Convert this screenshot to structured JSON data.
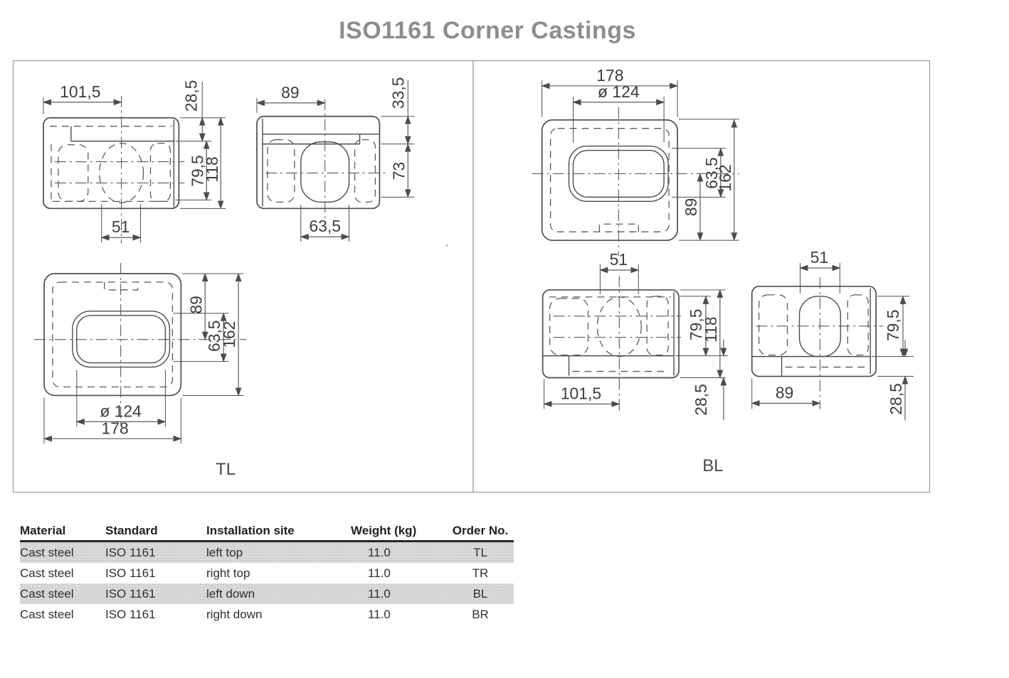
{
  "title": "ISO1161 Corner Castings",
  "diagram": {
    "left_label": "TL",
    "right_label": "BL",
    "tl": {
      "front": {
        "top_width": "101,5",
        "flange": "28,5",
        "inner_height": "79,5",
        "height": "118",
        "aperture": "51"
      },
      "side": {
        "top_width": "89",
        "flange": "33,5",
        "inner_height": "73",
        "aperture": "63,5"
      },
      "plan": {
        "center_offset": "89",
        "aperture_height": "63,5",
        "depth": "162",
        "diameter": "ø 124",
        "width": "178"
      }
    },
    "bl": {
      "plan": {
        "width": "178",
        "diameter": "ø 124",
        "aperture_height": "63,5",
        "depth": "162",
        "center_offset": "89"
      },
      "front": {
        "aperture": "51",
        "inner_height": "79,5",
        "height": "118",
        "bottom_width": "101,5",
        "flange": "28,5"
      },
      "side": {
        "aperture": "51",
        "inner_height": "79,5",
        "bottom_width": "89",
        "flange": "28,5"
      }
    }
  },
  "table": {
    "headers": [
      "Material",
      "Standard",
      "Installation site",
      "Weight (kg)",
      "Order No."
    ],
    "rows": [
      {
        "material": "Cast steel",
        "standard": "ISO 1161",
        "site": "left top",
        "weight": "11.0",
        "order": "TL"
      },
      {
        "material": "Cast steel",
        "standard": "ISO 1161",
        "site": "right top",
        "weight": "11.0",
        "order": "TR"
      },
      {
        "material": "Cast steel",
        "standard": "ISO 1161",
        "site": "left down",
        "weight": "11.0",
        "order": "BL"
      },
      {
        "material": "Cast steel",
        "standard": "ISO 1161",
        "site": "right down",
        "weight": "11.0",
        "order": "BR"
      }
    ]
  }
}
